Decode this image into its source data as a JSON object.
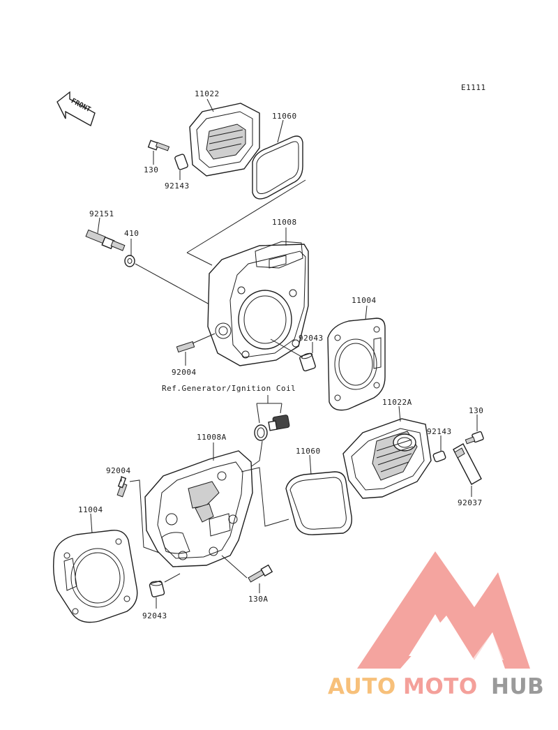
{
  "diagram_code": "E1111",
  "front_arrow_text": "FRONT",
  "reference_note": "Ref.Generator/Ignition Coil",
  "parts": {
    "head_cover_front": "11022",
    "head_cover_gasket_front": "11060",
    "bolt_front": "130",
    "dowel_front": "92143",
    "stud_bolt": "92151",
    "washer": "410",
    "cylinder_head_front": "11008",
    "head_gasket_front": "11004",
    "dowel_pin_front": "92043",
    "stud_front": "92004",
    "head_cover_rear": "11022A",
    "bolt_rear_cover": "130",
    "dowel_rear": "92143",
    "head_cover_gasket_rear": "11060",
    "cylinder_head_rear": "11008A",
    "stud_rear": "92004",
    "head_gasket_rear": "11004",
    "bracket": "92037",
    "bolt_rear_head": "130A",
    "dowel_pin_rear": "92043"
  },
  "watermark": {
    "word_part1": "AUTO",
    "word_part2": "MOTO",
    "word_part3": "HUB",
    "colors": {
      "logo": "#f4a09a",
      "auto": "#f7c07a",
      "moto": "#f4a09a",
      "hub": "#9a9a9a"
    }
  }
}
